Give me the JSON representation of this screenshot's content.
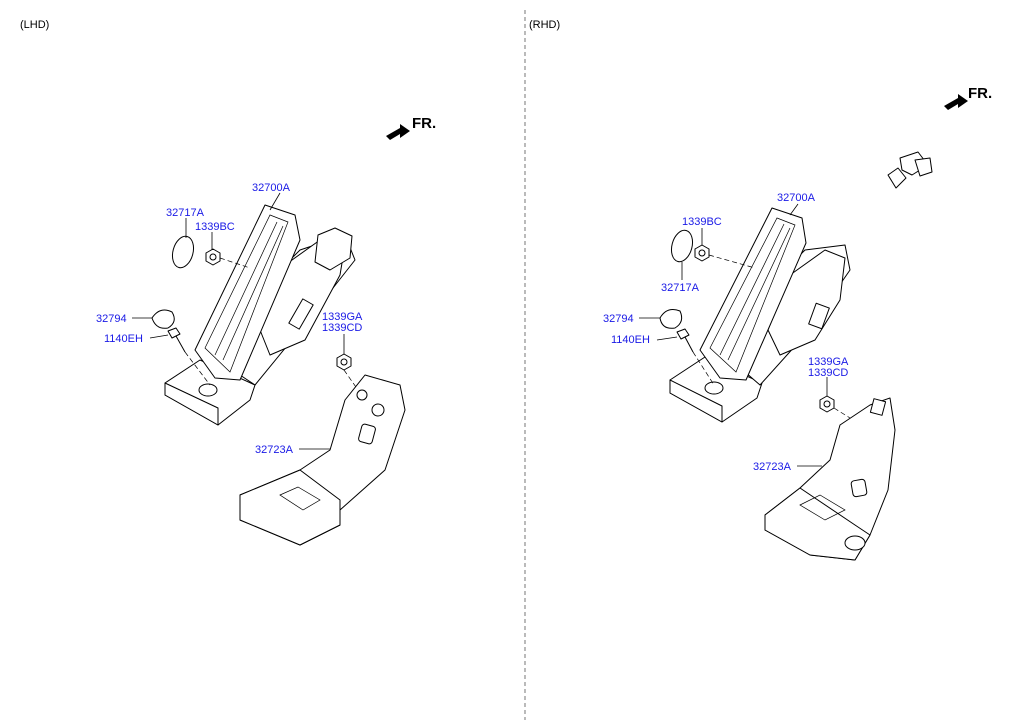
{
  "panels": {
    "lhd": {
      "title": "(LHD)",
      "front_indicator": "FR.",
      "labels": {
        "pedal": "32700A",
        "cover": "32717A",
        "nut": "1339BC",
        "stopper": "32794",
        "bolt": "1140EH",
        "nut2_a": "1339GA",
        "nut2_b": "1339CD",
        "bracket": "32723A"
      }
    },
    "rhd": {
      "title": "(RHD)",
      "front_indicator": "FR.",
      "labels": {
        "pedal": "32700A",
        "nut": "1339BC",
        "cover": "32717A",
        "stopper": "32794",
        "bolt": "1140EH",
        "nut2_a": "1339GA",
        "nut2_b": "1339CD",
        "bracket": "32723A"
      }
    }
  },
  "colors": {
    "part_label": "#1a1ae6",
    "line": "#000000",
    "background": "#ffffff"
  }
}
